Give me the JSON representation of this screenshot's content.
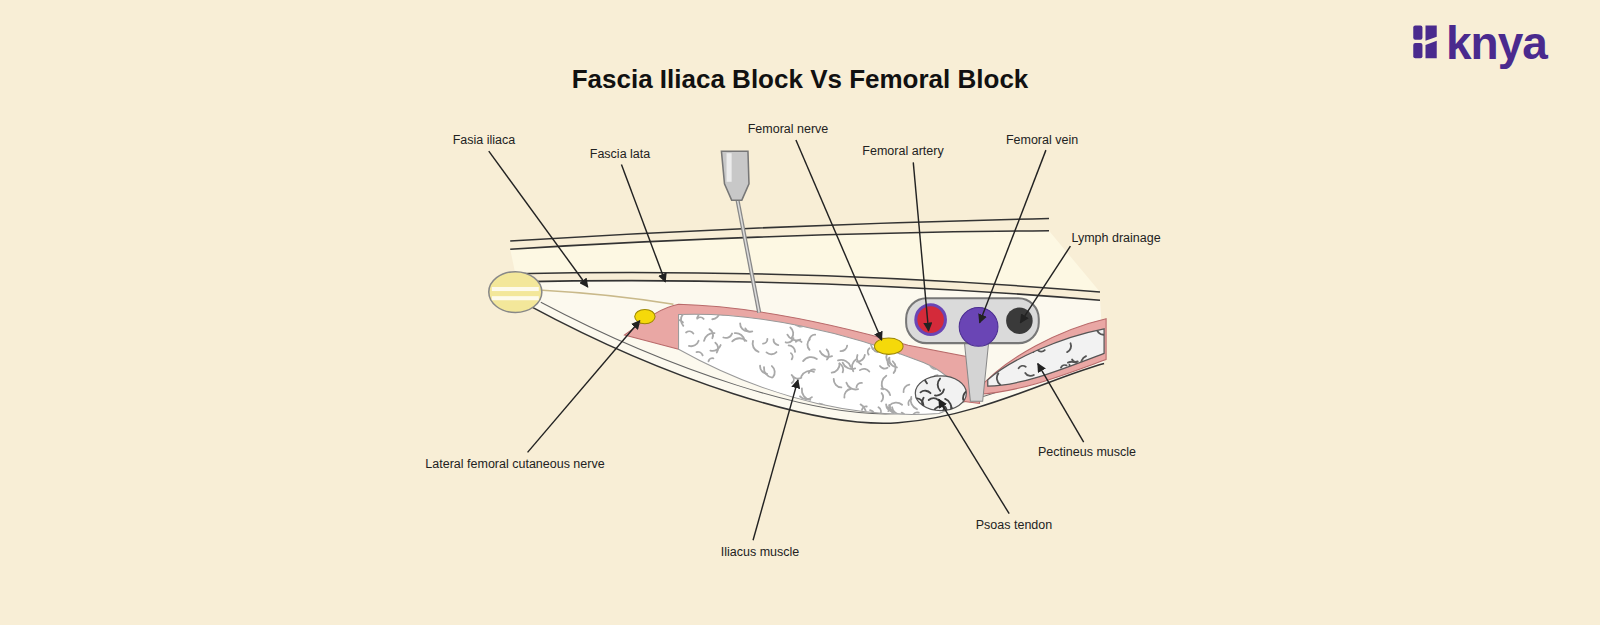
{
  "diagram": {
    "title": "Fascia Iliaca Block Vs Femoral Block",
    "labels": [
      "Fasia iliaca",
      "Fascia lata",
      "Femoral nerve",
      "Femoral artery",
      "Femoral vein",
      "Lymph drainage",
      "Lateral femoral cutaneous nerve",
      "Iliacus muscle",
      "Psoas tendon",
      "Pectineus muscle",
      "knya"
    ]
  }
}
